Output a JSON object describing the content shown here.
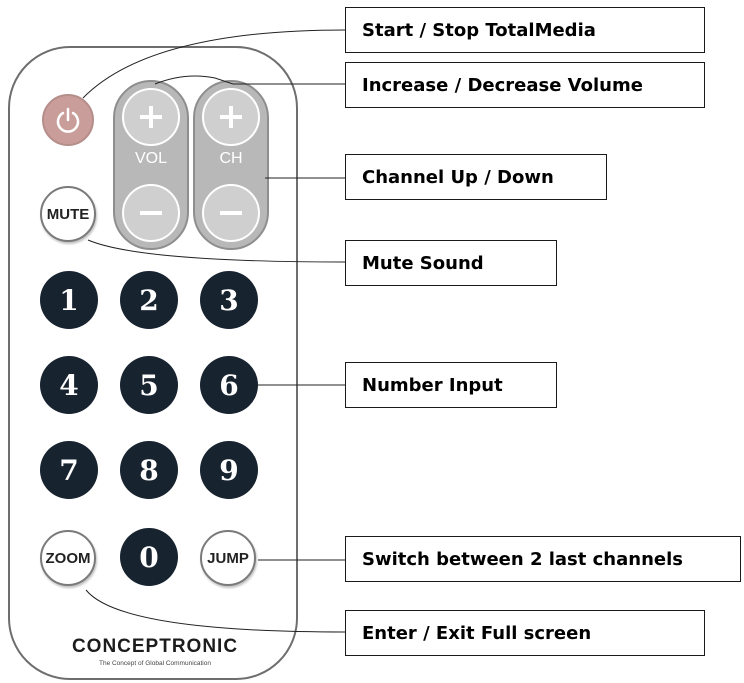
{
  "remote": {
    "volume_label": "VOL",
    "channel_label": "CH",
    "mute_label": "MUTE",
    "zoom_label": "ZOOM",
    "jump_label": "JUMP",
    "number_keys": [
      "1",
      "2",
      "3",
      "4",
      "5",
      "6",
      "7",
      "8",
      "9",
      "0"
    ],
    "brand": "CONCEPTRONIC",
    "tagline": "The Concept of Global Communication"
  },
  "callouts": {
    "power": "Start / Stop TotalMedia",
    "volume": "Increase / Decrease Volume",
    "channel": "Channel Up / Down",
    "mute": "Mute Sound",
    "numbers": "Number Input",
    "jump": "Switch between 2 last channels",
    "zoom": "Enter / Exit Full screen"
  },
  "colors": {
    "number_key": "#182330",
    "power_key": "#c99e9a",
    "rocker": "#b8b8b8"
  }
}
